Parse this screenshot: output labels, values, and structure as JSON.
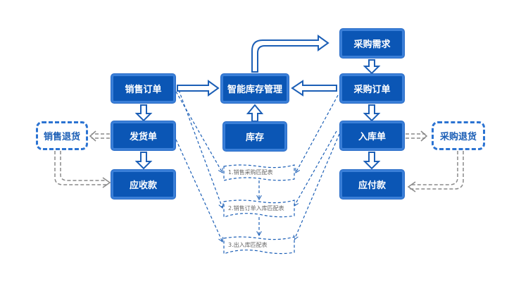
{
  "diagram": {
    "nodes": {
      "sales_order": "销售订单",
      "delivery_note": "发货单",
      "receivable": "应收款",
      "inventory_mgmt": "智能库存管理",
      "inventory": "库存",
      "purchase_demand": "采购需求",
      "purchase_order": "采购订单",
      "receipt_note": "入库单",
      "payable": "应付款",
      "sales_return": "销售退货",
      "purchase_return": "采购退货"
    },
    "tables": [
      "1.销售采购匹配表",
      "2.销售订单入库匹配表",
      "3.出入库匹配表"
    ],
    "colors": {
      "node_fill": "#0b56b5",
      "node_border": "#3a7fd8",
      "arrow": "#1c5fb6",
      "dashed_link": "#1c5fb6",
      "return_arrow": "#8a8a8a"
    }
  }
}
